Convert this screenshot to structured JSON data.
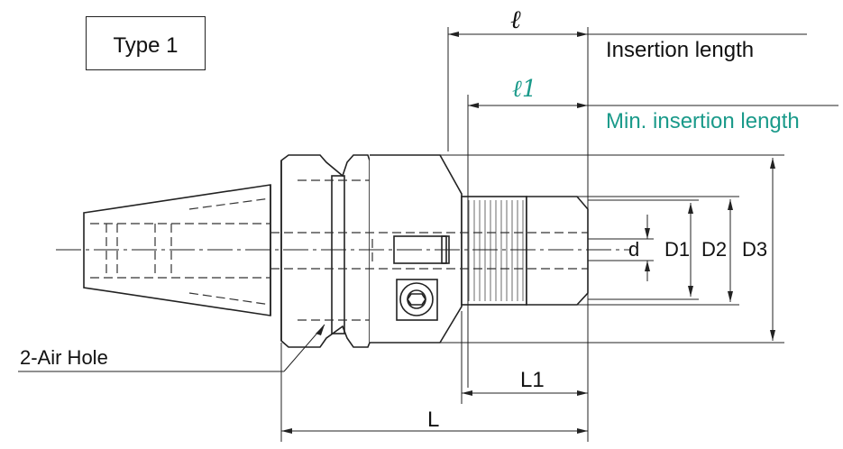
{
  "type_label": "Type 1",
  "insertion": {
    "symbol": "ℓ",
    "label": "Insertion length"
  },
  "min_insertion": {
    "symbol": "ℓ1",
    "label": "Min. insertion length",
    "color": "#1a9a8a"
  },
  "dims": {
    "d": "d",
    "D1": "D1",
    "D2": "D2",
    "D3": "D3",
    "L1": "L1",
    "L": "L"
  },
  "air_hole": "2-Air Hole"
}
